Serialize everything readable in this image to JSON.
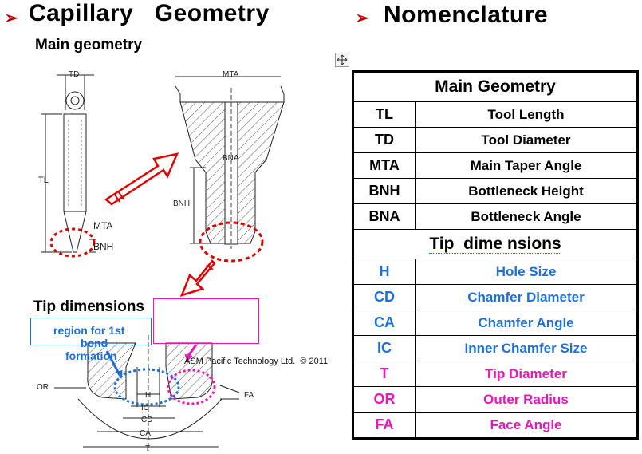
{
  "left": {
    "title": "Capillary   Geometry",
    "main_geometry": "Main geometry",
    "tip_dimensions": "Tip dimensions",
    "region_text_1": "region for 1st",
    "region_text_2": "bond",
    "region_text_3": "formation",
    "copyright": "ASM Pacific Technology Ltd.  © 2011"
  },
  "labels": {
    "td": "TD",
    "tl": "TL",
    "mta_top": "MTA",
    "mta_side": "MTA",
    "bna": "BNA",
    "bnh_side": "BNH",
    "bnh_mid": "BNH",
    "or": "OR",
    "fa": "FA",
    "h": "H",
    "ic": "IC",
    "cd": "CD",
    "ca": "CA",
    "t": "T"
  },
  "right": {
    "title": "Nomenclature",
    "main_header": "Main Geometry",
    "tip_header": "Tip  dime nsions",
    "main_rows": [
      {
        "abbr": "TL",
        "name": "Tool Length"
      },
      {
        "abbr": "TD",
        "name": "Tool Diameter"
      },
      {
        "abbr": "MTA",
        "name": "Main Taper Angle"
      },
      {
        "abbr": "BNH",
        "name": "Bottleneck  Height"
      },
      {
        "abbr": "BNA",
        "name": "Bottleneck  Angle"
      }
    ],
    "tip_rows": [
      {
        "abbr": "H",
        "name": "Hole Size"
      },
      {
        "abbr": "CD",
        "name": "Chamfer  Diameter"
      },
      {
        "abbr": "CA",
        "name": "Chamfer  Angle"
      },
      {
        "abbr": "IC",
        "name": "Inner Chamfer  Size"
      },
      {
        "abbr": "T",
        "name": "Tip Diameter"
      },
      {
        "abbr": "OR",
        "name": "Outer Radius"
      },
      {
        "abbr": "FA",
        "name": "Face Angle"
      }
    ]
  },
  "colors": {
    "bullet": "#c00000",
    "blue": "#1f6fd6",
    "pink": "#e619b8",
    "red": "#e00000"
  }
}
